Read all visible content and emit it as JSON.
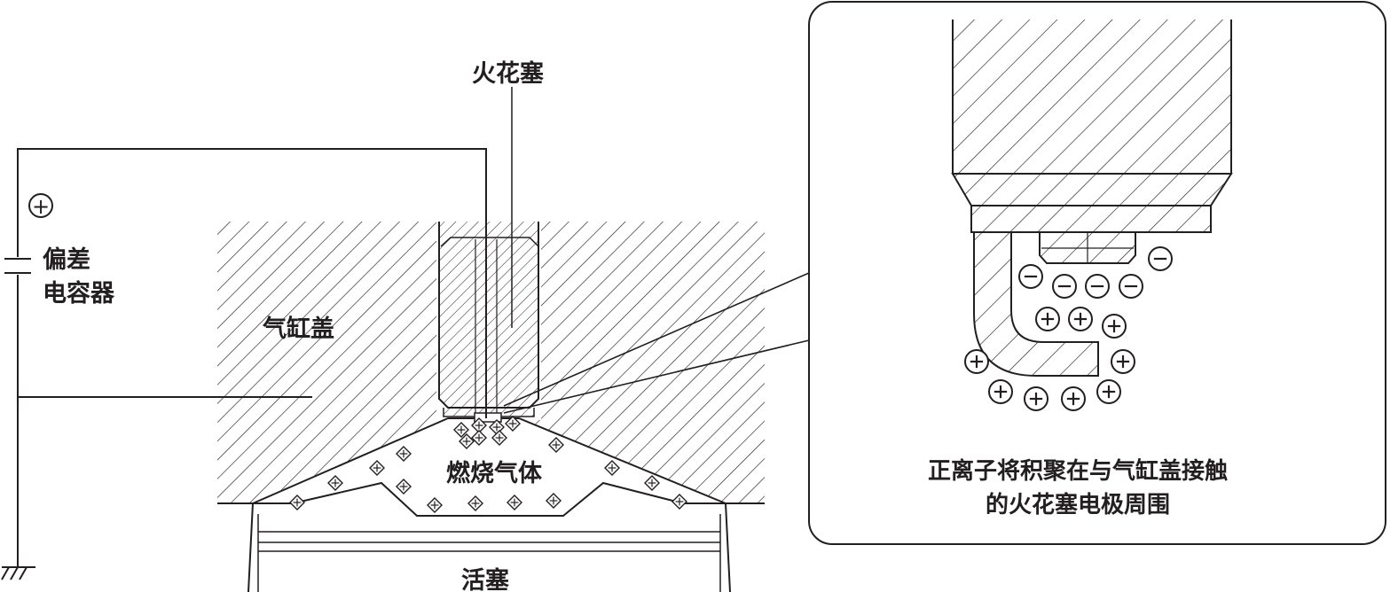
{
  "labels": {
    "spark_plug": "火花塞",
    "capacitor_line1": "偏差",
    "capacitor_line2": "电容器",
    "cylinder_head": "气缸盖",
    "combustion_gas": "燃烧气体",
    "piston": "活塞"
  },
  "caption": {
    "line1": "正离子将积聚在与气缸盖接触",
    "line2": "的火花塞电极周围"
  },
  "symbols": {
    "positive": "+",
    "negative": "−"
  },
  "colors": {
    "line": "#231f20",
    "background": "#ffffff"
  }
}
